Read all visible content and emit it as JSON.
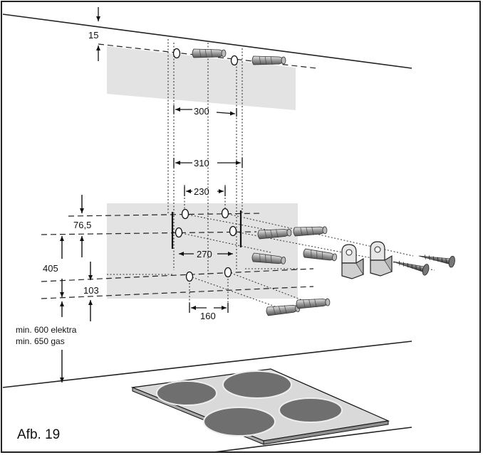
{
  "figure": {
    "caption": "Afb. 19",
    "dimensions": {
      "d15": "15",
      "d300": "300",
      "d310": "310",
      "d230": "230",
      "d76_5": "76,5",
      "d270": "270",
      "d405": "405",
      "d103": "103",
      "d160": "160"
    },
    "notes": {
      "min_electric": "min. 600 elektra",
      "min_gas": "min. 650 gas"
    }
  }
}
